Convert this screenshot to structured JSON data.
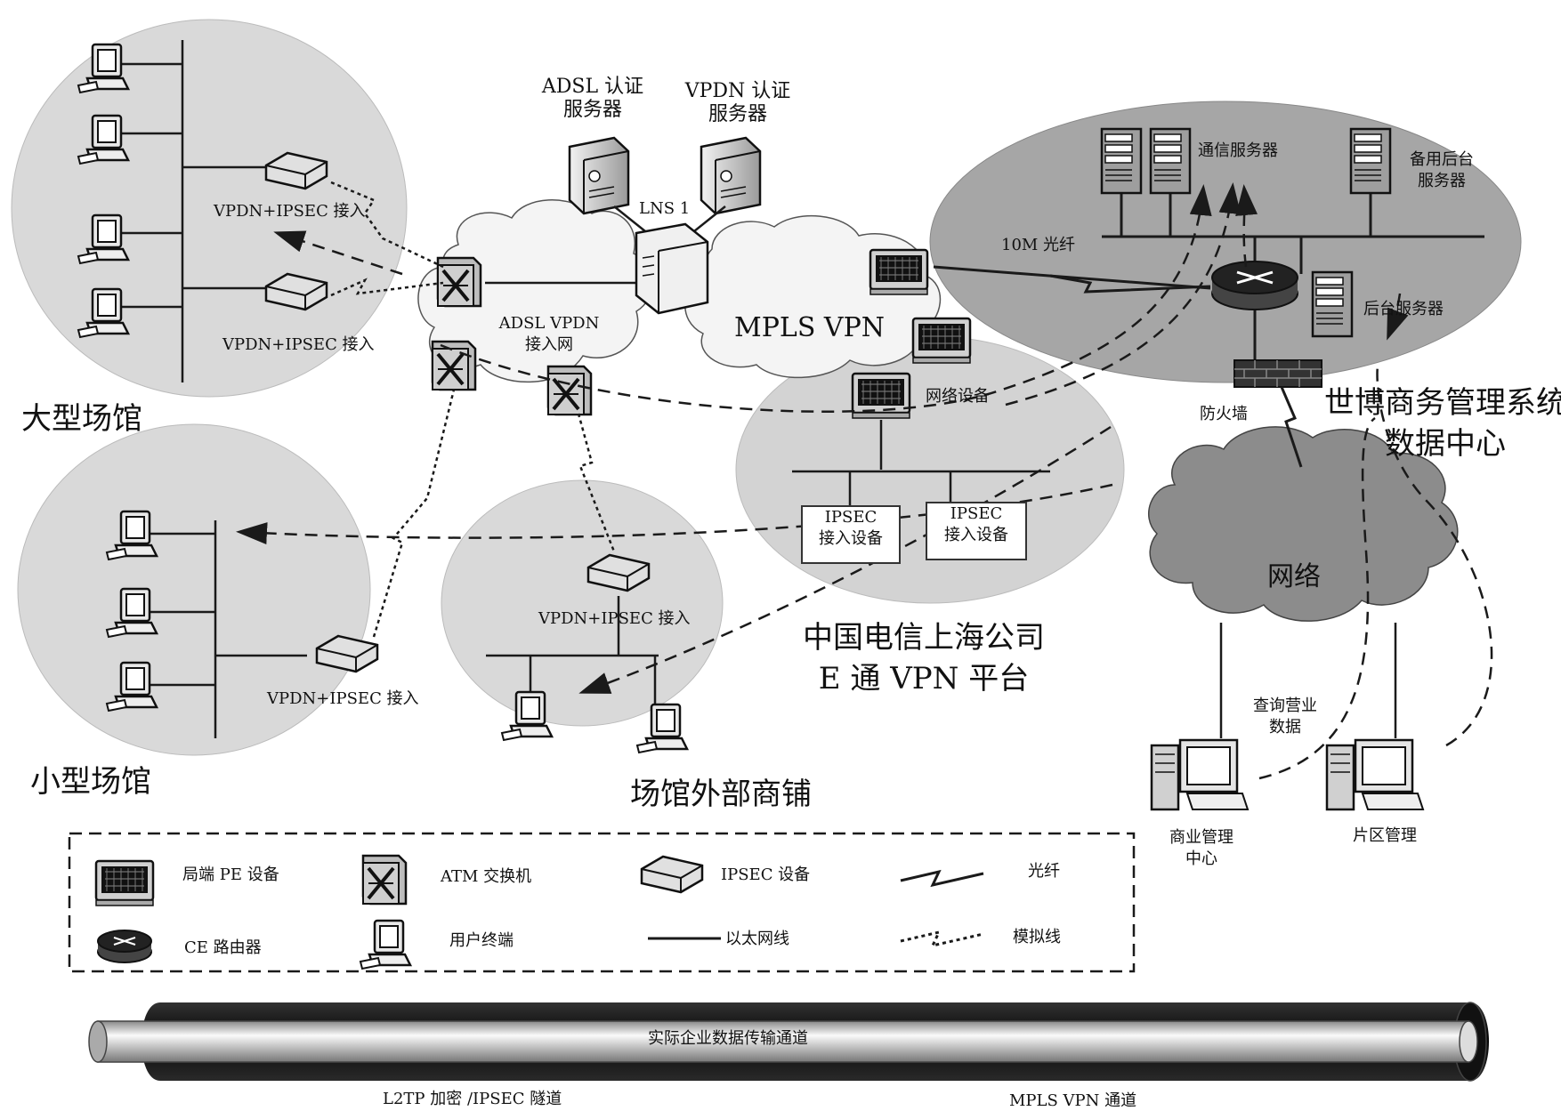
{
  "regions": {
    "large_venue": "大型场馆",
    "small_venue": "小型场馆",
    "external_shops": "场馆外部商铺",
    "data_center": "世博商务管理系统\n数据中心",
    "telecom_platform": "中国电信上海公司\nE 通 VPN 平台",
    "internet": "网络"
  },
  "nodes": {
    "adsl_server": "ADSL 认证\n服务器",
    "vpdn_server": "VPDN 认证\n服务器",
    "lns": "LNS 1",
    "adsl_vpdn_net": "ADSL VPDN\n接入网",
    "mpls_vpn": "MPLS VPN",
    "comm_server": "通信服务器",
    "backup_server": "备用后台\n服务器",
    "fiber_10m": "10M 光纤",
    "backend_server": "后台服务器",
    "firewall": "防火墙",
    "network_device": "网络设备",
    "ipsec_device_1": "IPSEC\n接入设备",
    "ipsec_device_2": "IPSEC\n接入设备",
    "query_data": "查询营业\n数据",
    "biz_mgmt_center": "商业管理\n中心",
    "district_mgmt": "片区管理"
  },
  "access_labels": {
    "large_1": "VPDN+IPSEC 接入",
    "large_2": "VPDN+IPSEC 接入",
    "small": "VPDN+IPSEC 接入",
    "shops": "VPDN+IPSEC 接入"
  },
  "legend": {
    "pe_device": "局端 PE 设备",
    "atm_switch": "ATM 交换机",
    "ipsec_device": "IPSEC 设备",
    "fiber": "光纤",
    "ce_router": "CE 路由器",
    "user_terminal": "用户终端",
    "ethernet": "以太网线",
    "analog": "模拟线"
  },
  "tunnel": {
    "inner": "实际企业数据传输通道",
    "left": "L2TP 加密 /IPSEC 隧道",
    "right": "MPLS VPN 通道"
  },
  "colors": {
    "venue_fill": "#d9d9d9",
    "datacenter_fill": "#a6a6a6",
    "cloud_dark": "#8c8c8c",
    "line": "#1a1a1a"
  }
}
